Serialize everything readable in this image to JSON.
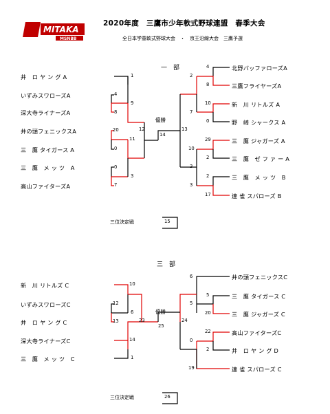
{
  "header": {
    "title": "2020年度　三鷹市少年軟式野球連盟　春季大会",
    "subtitle": "全日本学童軟式野球大会　・　京王沿線大会　三鷹予選",
    "logo_text": "MITAKA",
    "logo_sub": "MSNBB"
  },
  "colors": {
    "winner_line": "#e00000",
    "loser_line": "#000000",
    "logo": "#c00000"
  },
  "division1": {
    "label": "一　部",
    "final_label": "優勝",
    "third_label": "三位決定戦",
    "left_teams": [
      "井　ロ ヤ ン グ A",
      "いずみスワローズA",
      "深大寺ライナーズA",
      "井の頭フェニックスA",
      "三　鷹 タイガース A",
      "三　鷹　メ ッ ツ　A",
      "高山ファイターズA"
    ],
    "right_teams": [
      "北野バッファローズA",
      "三鷹フライヤーズA",
      "新　川 リトルズ A",
      "野　崎 シャークス A",
      "三　鷹 ジャガーズ A",
      "三　鷹　ゼ フ ァ ー A",
      "三　鷹　メ ッ ツ　B",
      "連 雀 スパローズ B"
    ],
    "scores": {
      "g1": "1",
      "g4": "4",
      "g8": "8",
      "g9": "9",
      "g20": "20",
      "g0a": "0",
      "g11": "11",
      "g0b": "0",
      "g7a": "7",
      "g3a": "3",
      "g12": "12",
      "g14": "14",
      "g13": "13",
      "r4": "4",
      "r8": "8",
      "r2a": "2",
      "r10a": "10",
      "r0a": "0",
      "r7": "7",
      "r29": "29",
      "r2b": "2",
      "r10b": "10",
      "r2c": "2",
      "r3a": "3",
      "r17": "17",
      "r3b": "3",
      "third": "15"
    }
  },
  "division3": {
    "label": "三　部",
    "final_label": "優勝",
    "third_label": "三位決定戦",
    "left_teams": [
      "新　川 リトルズ C",
      "いずみスワローズC",
      "井　ロ ヤ ン グ C",
      "深大寺ライナーズC",
      "三　鷹　メ ッ ツ　C"
    ],
    "right_teams": [
      "井の頭フェニックスC",
      "三　鷹 タイガース C",
      "三　鷹 ジャガーズ C",
      "高山ファイターズC",
      "井　ロ ヤ ン グ D",
      "連 雀 スパローズ C"
    ],
    "scores": {
      "l10": "10",
      "l12": "12",
      "l6": "6",
      "l13": "13",
      "l14": "14",
      "l1": "1",
      "l23": "23",
      "l25": "25",
      "r24": "24",
      "r6": "6",
      "r5a": "5",
      "r5b": "5",
      "r20": "20",
      "r0": "0",
      "r22": "22",
      "r2": "2",
      "r19": "19",
      "third": "26"
    }
  }
}
